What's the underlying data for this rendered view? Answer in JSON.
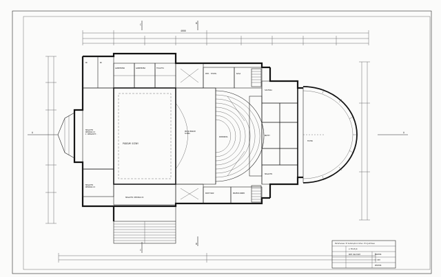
{
  "plan": {
    "sheet_title": "",
    "overall_width_label": "4600",
    "section_marks": {
      "top_c": "C",
      "top_b": "B",
      "bottom_c": "C",
      "bottom_b": "B",
      "left_a": "A",
      "right_a": "A"
    },
    "rooms": {
      "stage_left": "MAGAZYN\nDEKORACJI\nI REKWIZYT.",
      "stage": "PODIUM SCENY",
      "proscenium": "PROSCENIUM\nSCENA",
      "audience": "WIDOWNIA",
      "lower_left": "MAGAZYN\nDEKORACJI",
      "stair_hall": "MAGAZYN  DEKORACJI",
      "foyer": "FOYER",
      "wc1": "WC",
      "wc2": "WC",
      "garderoba1": "GARDEROBA",
      "garderoba2": "GARDEROBA",
      "toaleta": "TOALETA",
      "korytarz": "KORYTARZ",
      "przedsionek": "PRZEDSIONEK",
      "pom_tech": "POM. TECHN.",
      "kasa": "KASA",
      "szatnia": "SZATNIA",
      "bufet": "BUFET",
      "magazyn": "MAGAZYN"
    },
    "title_block": {
      "line1": "Państwowe Przedsiębiorstwo Projektowe",
      "line2": "w Białym",
      "line3": "PARTER",
      "line4": "DOM KULTURY",
      "scale": "1:100",
      "sheet_no": "PERTER"
    }
  },
  "colors": {
    "paper": "#fbfbfa",
    "ink": "#111111"
  }
}
